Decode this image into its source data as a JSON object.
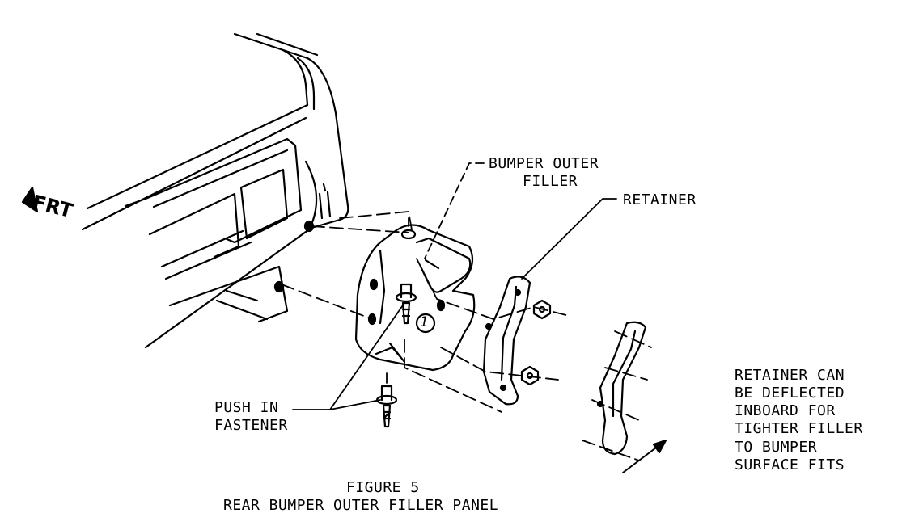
{
  "labels": {
    "bumper_outer_filler_1": "BUMPER OUTER",
    "bumper_outer_filler_2": "FILLER",
    "retainer": "RETAINER",
    "push_in_1": "PUSH IN",
    "push_in_2": "FASTENER",
    "note_1": "RETAINER CAN",
    "note_2": "BE DEFLECTED",
    "note_3": "INBOARD FOR",
    "note_4": "TIGHTER FILLER",
    "note_5": "TO BUMPER",
    "note_6": "SURFACE FITS",
    "frt": "FRT",
    "callout_number": "1"
  },
  "caption": {
    "line1": "FIGURE 5",
    "line2": "REAR BUMPER OUTER FILLER PANEL"
  },
  "colors": {
    "ink": "#000000",
    "paper": "#ffffff"
  }
}
